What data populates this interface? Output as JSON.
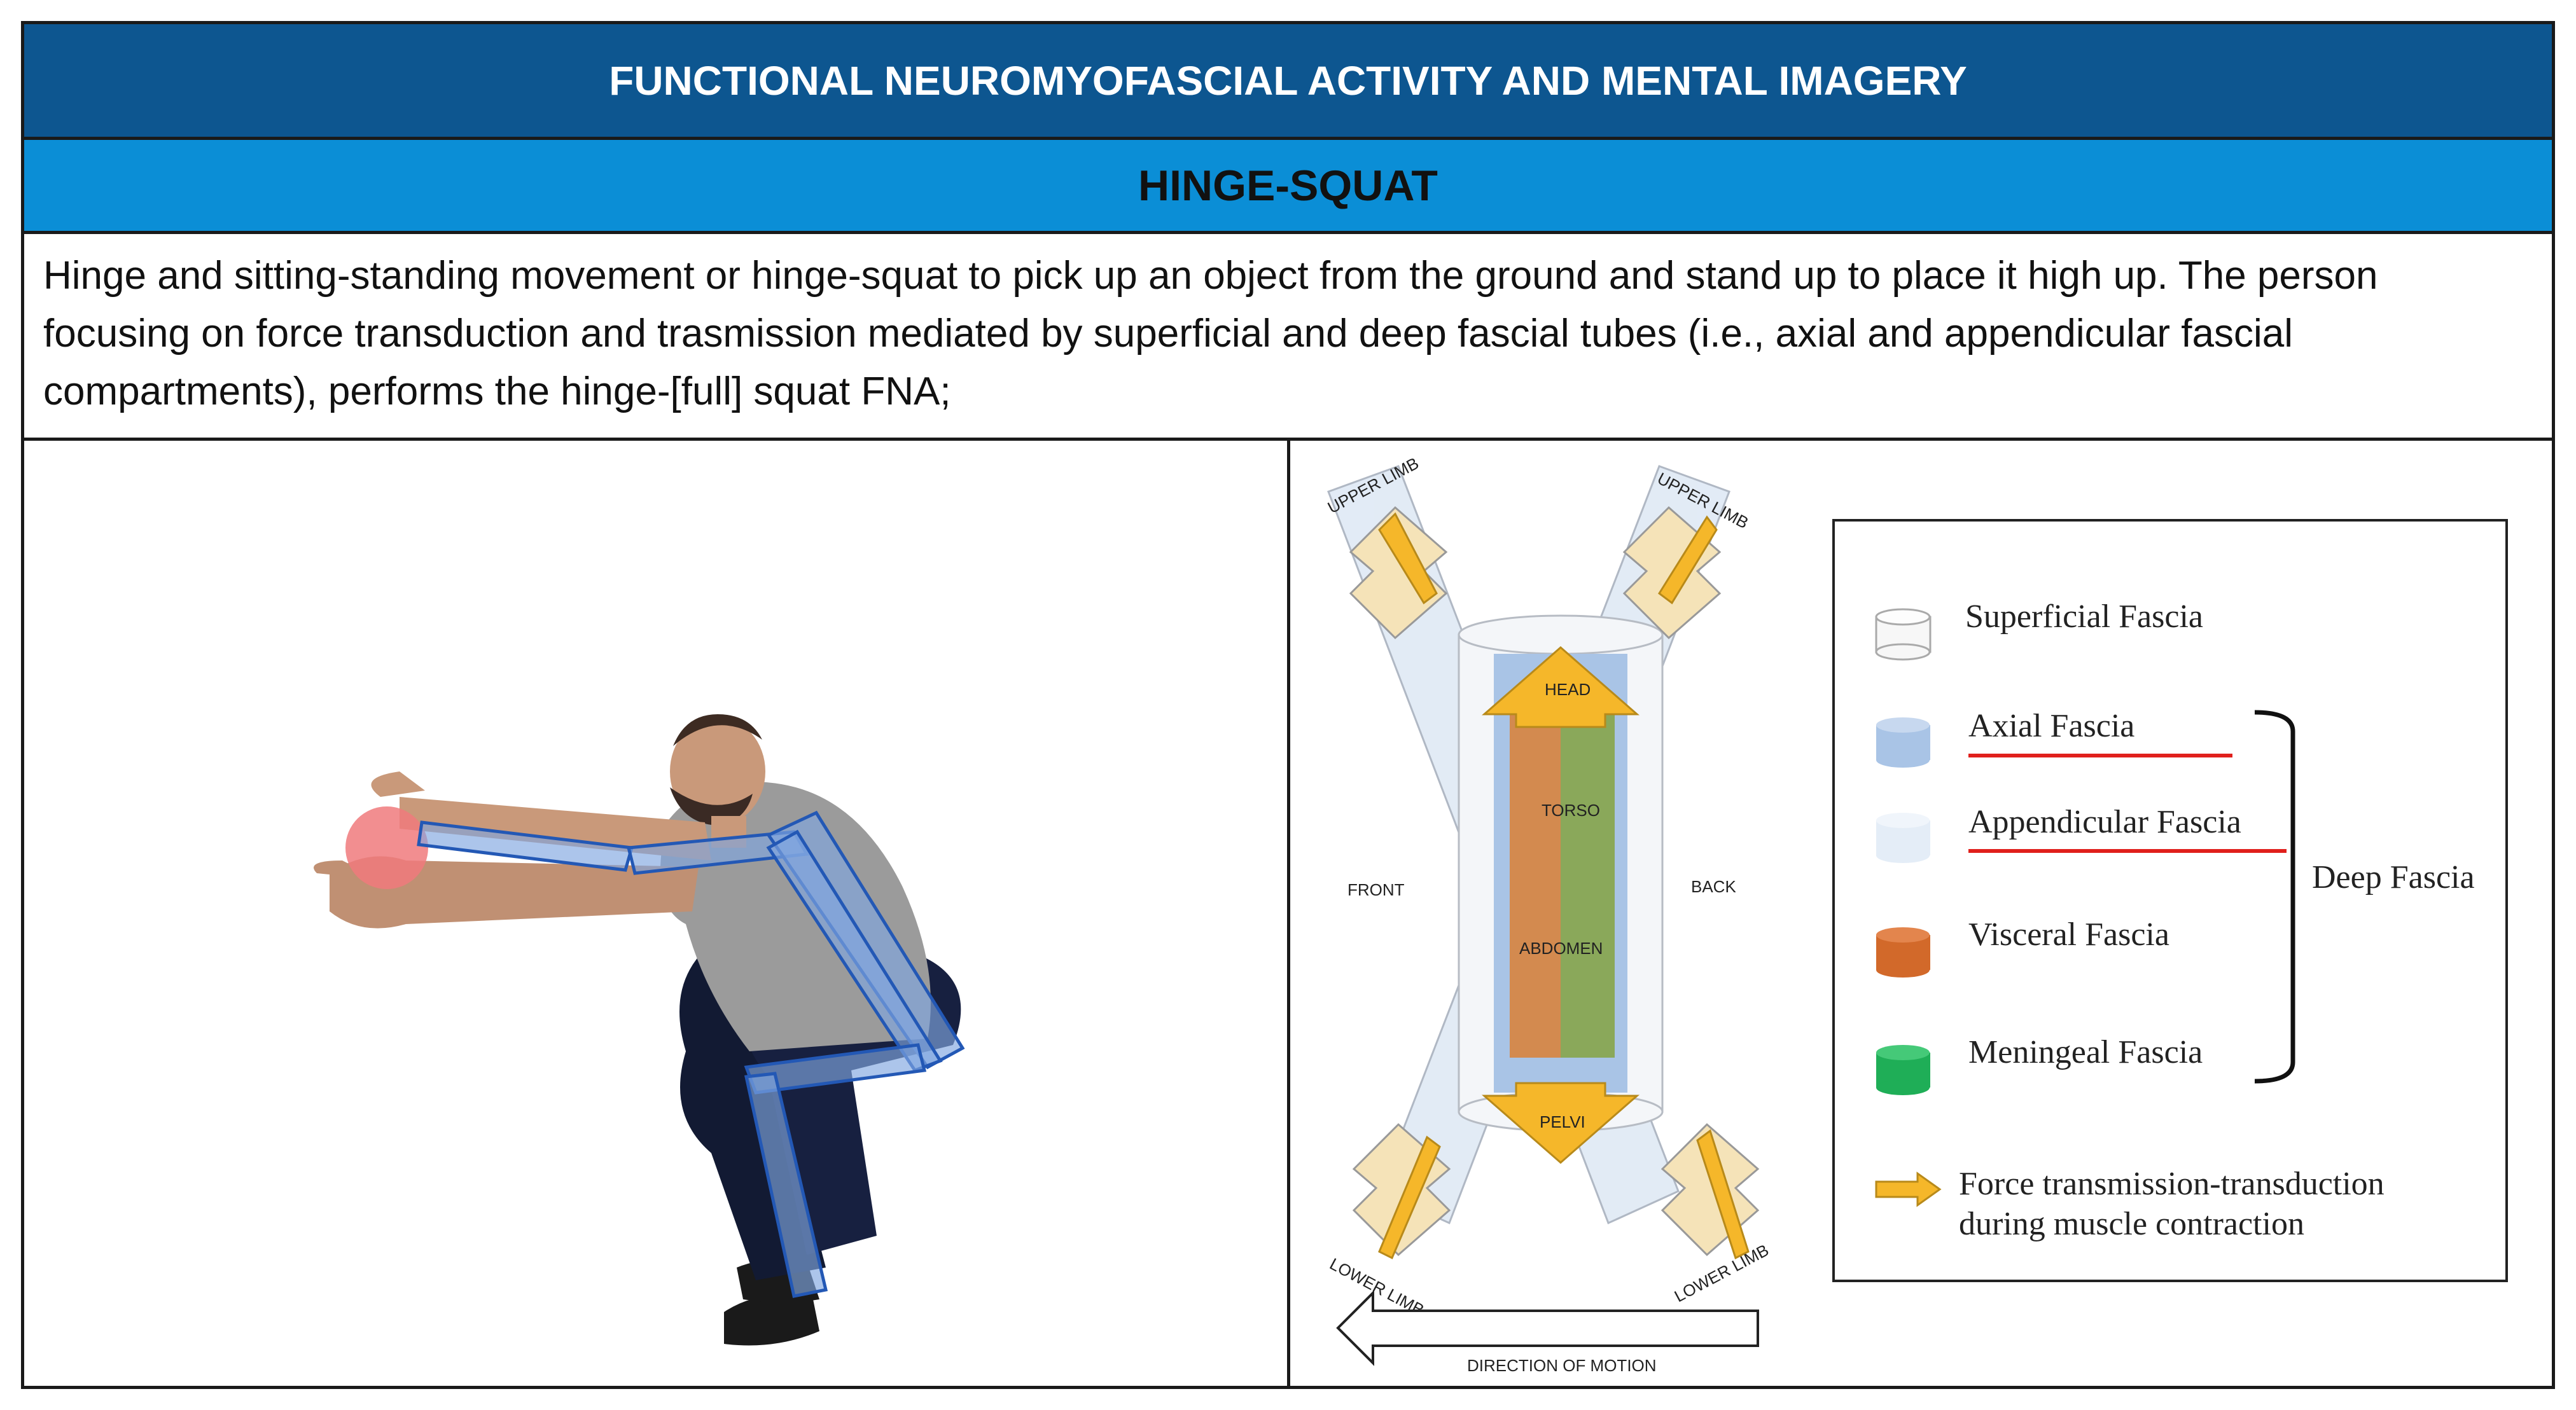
{
  "header": {
    "title": "FUNCTIONAL NEUROMYOFASCIAL ACTIVITY AND MENTAL IMAGERY",
    "subtitle": "HINGE-SQUAT"
  },
  "description": "Hinge and sitting-standing movement or hinge-squat to pick up an object from the ground and stand up to place it high up. The person focusing on force transduction and trasmission mediated by superficial and deep fascial tubes (i.e., axial and appendicular fascial compartments), performs the hinge-[full] squat FNA;",
  "diagram": {
    "limbs": {
      "upper_left": "UPPER LIMB",
      "upper_right": "UPPER LIMB",
      "lower_left": "LOWER LIMB",
      "lower_right": "LOWER LIMB"
    },
    "regions": {
      "head": "HEAD",
      "torso": "TORSO",
      "abdomen": "ABDOMEN",
      "pelvi": "PELVI"
    },
    "sides": {
      "front": "FRONT",
      "back": "BACK"
    },
    "direction": "DIRECTION OF MOTION"
  },
  "legend": {
    "superficial": "Superficial Fascia",
    "axial": "Axial Fascia",
    "appendicular": "Appendicular Fascia",
    "visceral": "Visceral Fascia",
    "meningeal": "Meningeal Fascia",
    "deep": "Deep Fascia",
    "force_line1": "Force transmission-transduction",
    "force_line2": "during muscle contraction"
  },
  "colors": {
    "title_bg": "#0d5690",
    "subtitle_bg": "#0b8ed6",
    "axial": "#a9c4e6",
    "appendicular": "#dfe9f5",
    "visceral": "#d2692a",
    "meningeal": "#1fae57",
    "arrow": "#f5b72a",
    "underline": "#e0201c"
  }
}
